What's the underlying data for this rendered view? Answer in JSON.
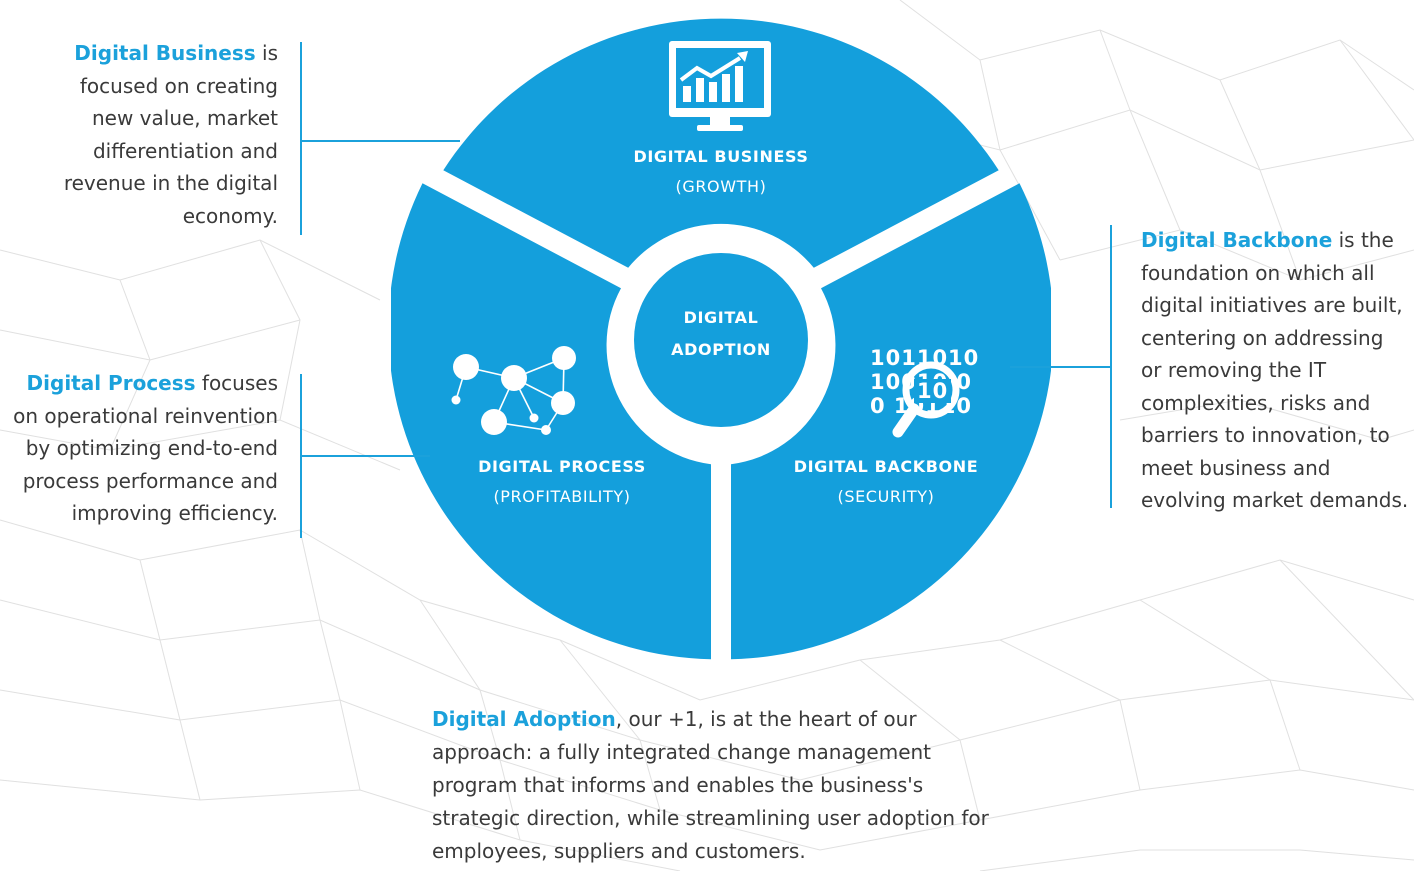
{
  "segments": {
    "business": {
      "title": "DIGITAL BUSINESS",
      "subtitle": "(GROWTH)",
      "icon": "monitor-chart-icon"
    },
    "process": {
      "title": "DIGITAL PROCESS",
      "subtitle": "(PROFITABILITY)",
      "icon": "network-nodes-icon"
    },
    "backbone": {
      "title": "DIGITAL BACKBONE",
      "subtitle": "(SECURITY)",
      "icon": "binary-magnifier-icon"
    },
    "center": {
      "line1": "DIGITAL",
      "line2": "ADOPTION"
    }
  },
  "binary_lines": [
    "1011010",
    "10010 0",
    "0 10110"
  ],
  "magnifier_text": "10",
  "descriptions": {
    "business": {
      "highlight": "Digital Business",
      "rest": " is focused on creating new value, market differentiation and revenue in the digital economy."
    },
    "process": {
      "highlight": "Digital Process",
      "rest": " focuses on operational reinvention by optimizing end-to-end process performance and improving efficiency."
    },
    "backbone": {
      "highlight": "Digital Backbone",
      "rest": " is the foundation on which all digital initiatives are built, centering on addressing or removing the IT complexities, risks and barriers to innovation, to meet business and evolving market demands."
    },
    "adoption": {
      "highlight": "Digital Adoption",
      "rest": ", our +1, is at the heart of our approach: a fully integrated change management program that informs and enables the business's strategic direction, while streamlining user adoption for employees, suppliers and customers."
    }
  },
  "colors": {
    "accent": "#1ba1db",
    "segment": "#149fdc",
    "text": "#3a3a3a"
  }
}
